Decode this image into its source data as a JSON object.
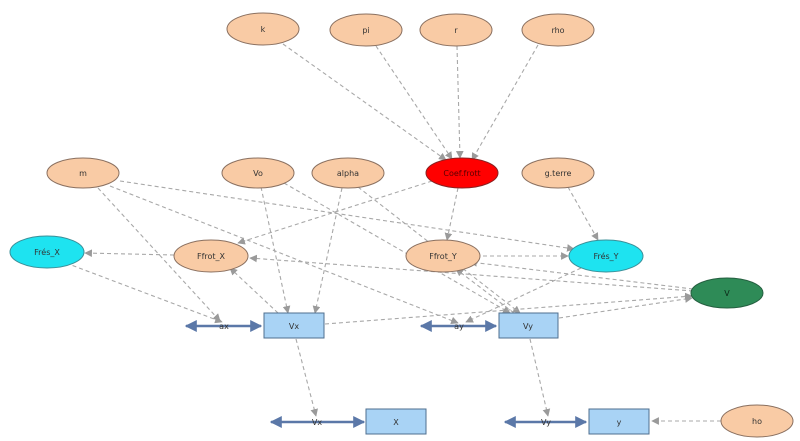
{
  "parameters": {
    "k": "k",
    "pi": "pi",
    "r": "r",
    "rho": "rho",
    "m": "m",
    "v0": "Vo",
    "alpha": "alpha",
    "gterre": "g.terre",
    "h0": "ho"
  },
  "coefficient": {
    "label": "Coef.frott"
  },
  "forces": {
    "fres_x": "Frés_X",
    "fres_y": "Frés_Y",
    "ffrot_x": "Ffrot_X",
    "ffrot_y": "Ffrot_Y"
  },
  "aux": {
    "v": "V"
  },
  "stocks": {
    "vx": "Vx",
    "vy": "Vy",
    "x": "X",
    "y": "y"
  },
  "flows": {
    "ax": "ax",
    "ay": "ay",
    "vx": "Vx",
    "vy": "Vy"
  },
  "colors": {
    "parameter": "#f9cba5",
    "coefficient": "#ff0000",
    "force": "#1ee3f0",
    "aux": "#2e8b57",
    "stock": "#a9d3f5",
    "flow": "#5b78a8",
    "edge": "#a8a8a8"
  }
}
